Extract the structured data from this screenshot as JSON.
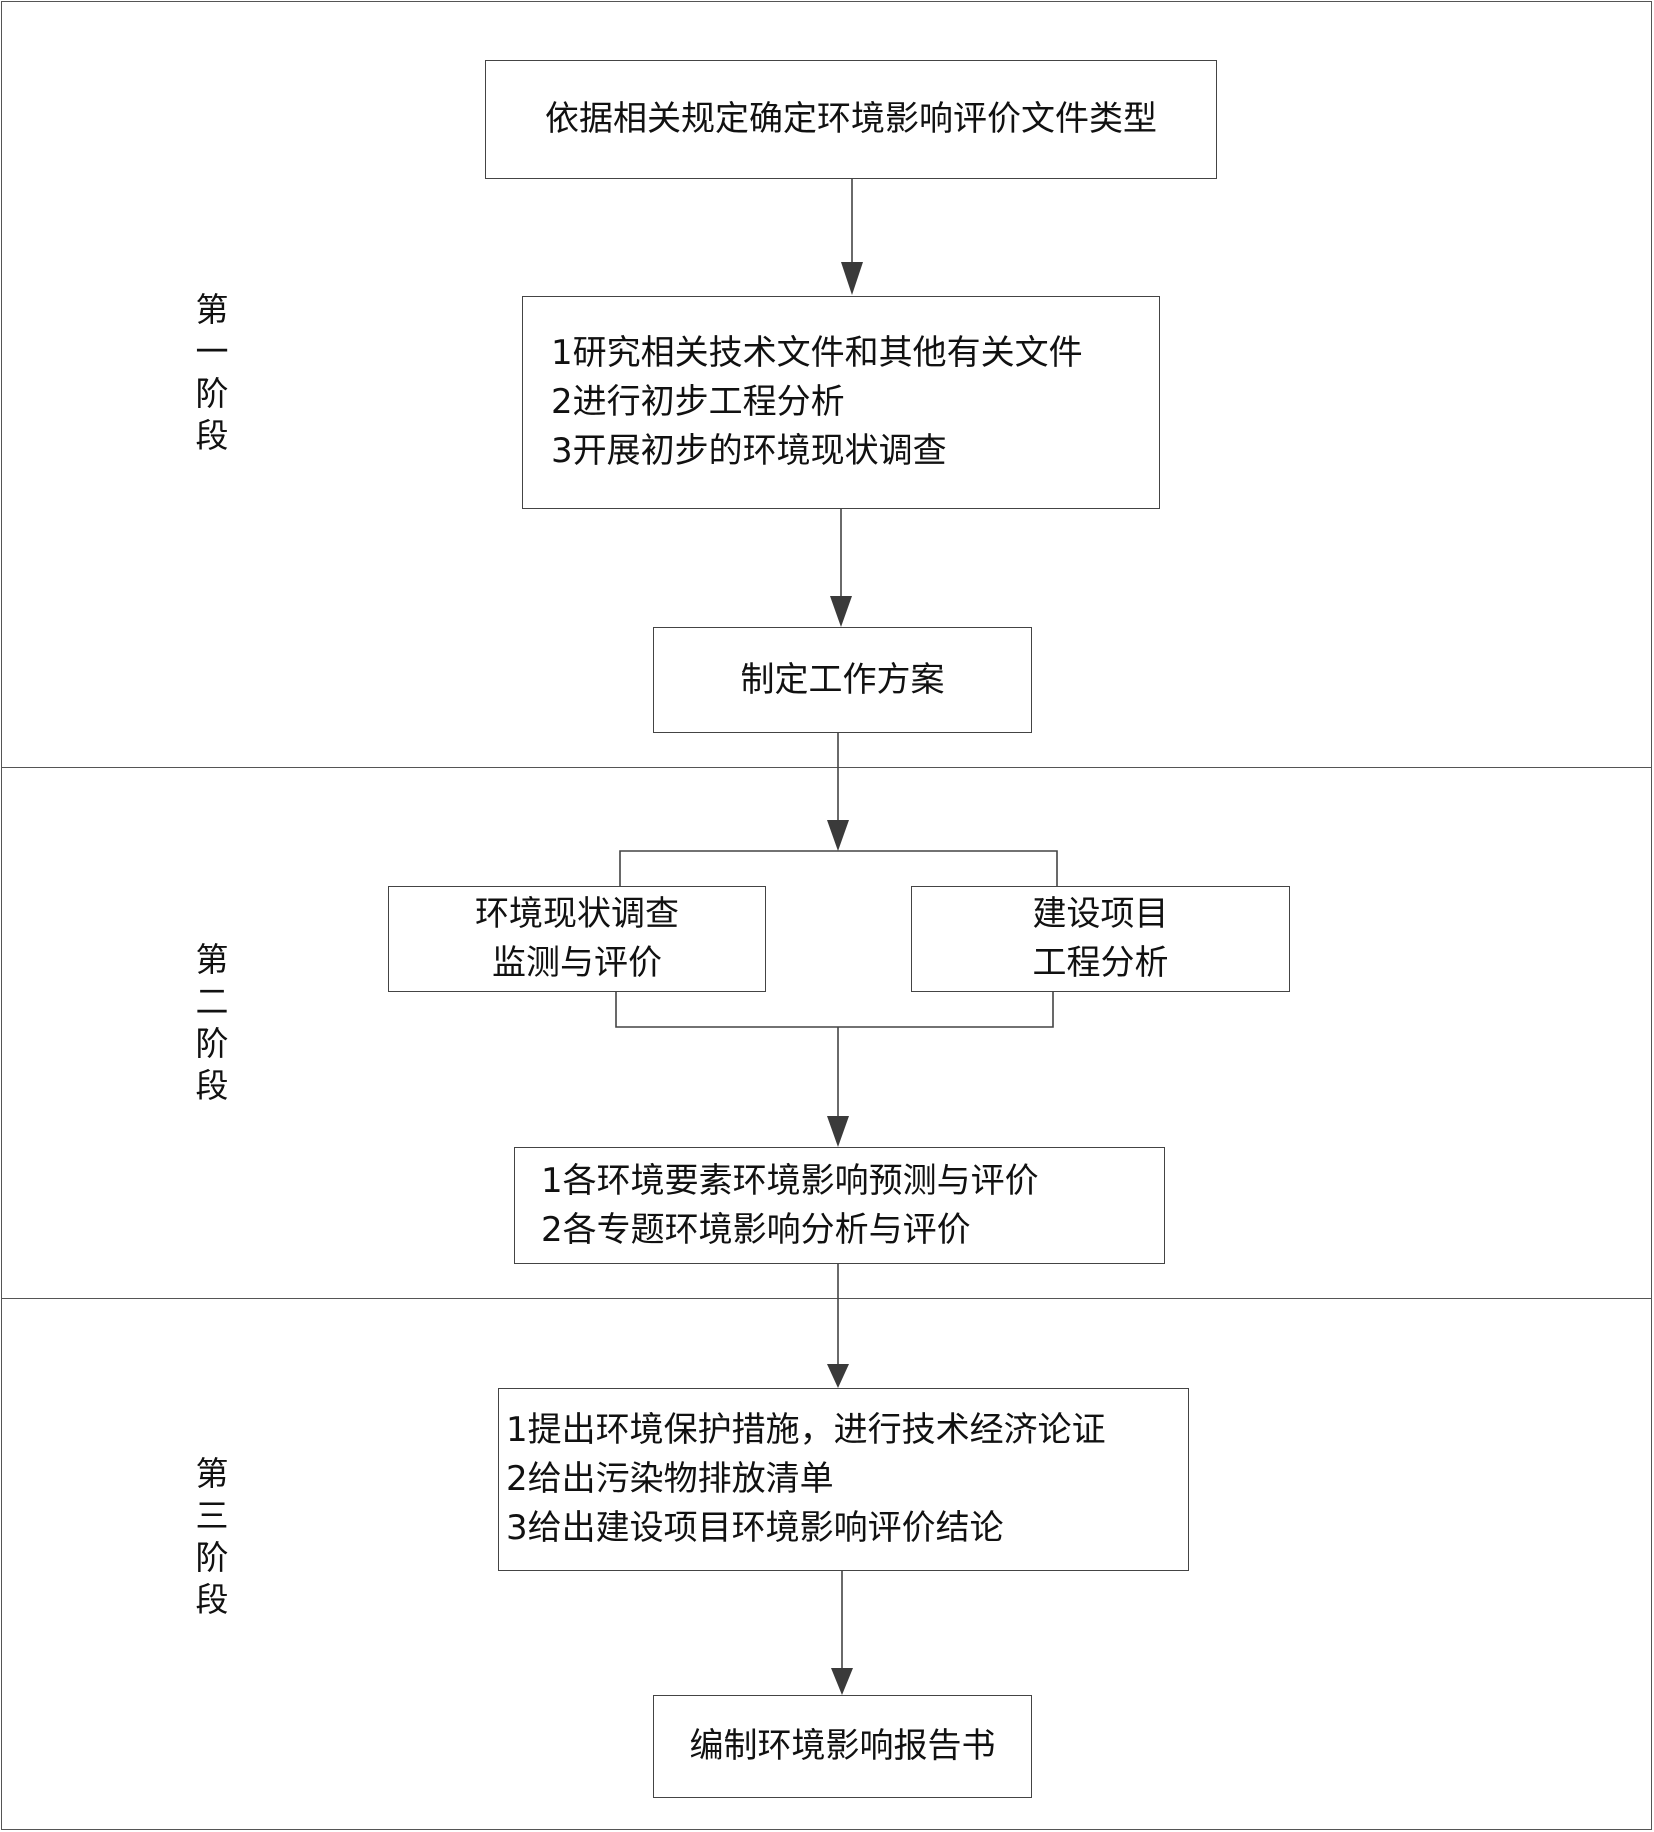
{
  "stages": [
    {
      "chars": [
        "第",
        "一",
        "阶",
        "段"
      ]
    },
    {
      "chars": [
        "第",
        "二",
        "阶",
        "段"
      ]
    },
    {
      "chars": [
        "第",
        "三",
        "阶",
        "段"
      ]
    }
  ],
  "nodes": {
    "determine_type": {
      "lines": [
        "依据相关规定确定环境影响评价文件类型"
      ]
    },
    "prelim_research": {
      "lines": [
        "1研究相关技术文件和其他有关文件",
        "2进行初步工程分析",
        "3开展初步的环境现状调查"
      ]
    },
    "work_plan": {
      "lines": [
        "制定工作方案"
      ]
    },
    "env_survey": {
      "lines": [
        "环境现状调查",
        "监测与评价"
      ]
    },
    "project_analysis": {
      "lines": [
        "建设项目",
        "工程分析"
      ]
    },
    "impact_prediction": {
      "lines": [
        "1各环境要素环境影响预测与评价",
        "2各专题环境影响分析与评价"
      ]
    },
    "measures": {
      "lines": [
        "1提出环境保护措施，进行技术经济论证",
        "2给出污染物排放清单",
        "3给出建设项目环境影响评价结论"
      ]
    },
    "report": {
      "lines": [
        "编制环境影响报告书"
      ]
    }
  },
  "colors": {
    "line": "#444444",
    "arrow": "#3a3a3a",
    "border": "#555555"
  }
}
